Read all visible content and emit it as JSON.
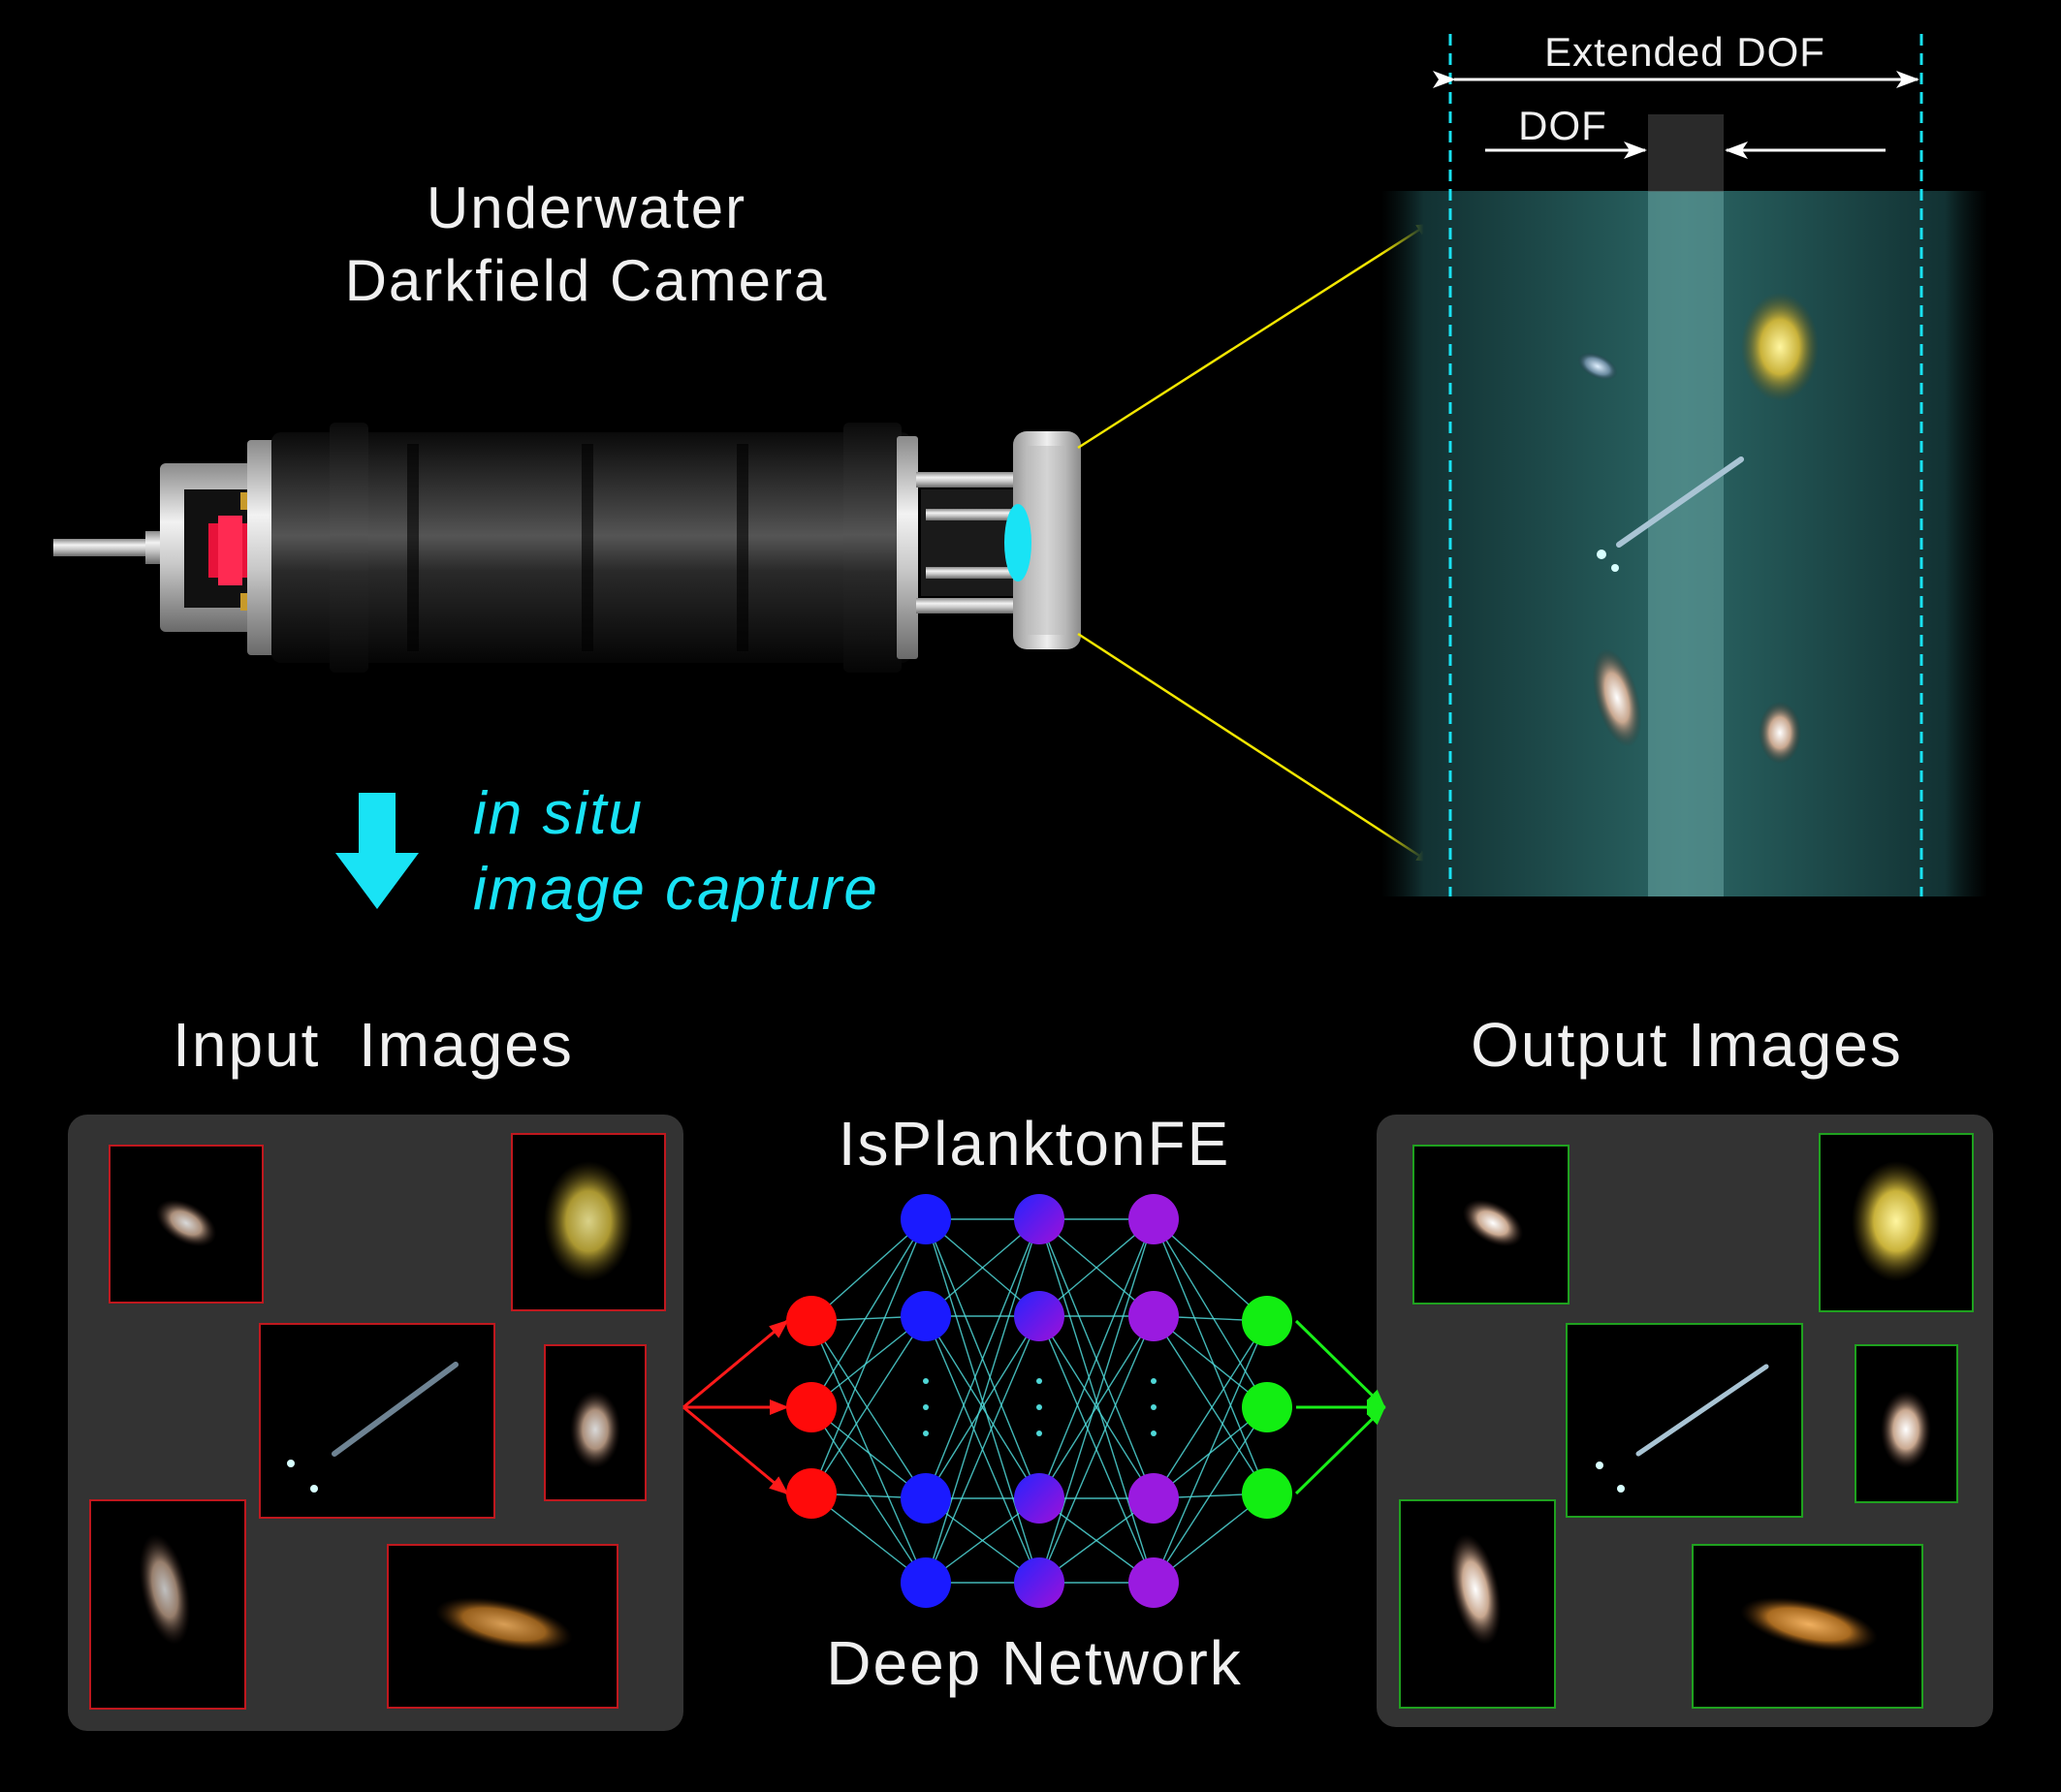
{
  "camera": {
    "title_line1": "Underwater",
    "title_line2": "Darkfield Camera"
  },
  "capture": {
    "line1": "in situ",
    "line2": "image capture"
  },
  "dof": {
    "extended_label": "Extended DOF",
    "dof_label": "DOF"
  },
  "input": {
    "title": "Input  Images"
  },
  "output": {
    "title": "Output Images"
  },
  "network": {
    "title": "IsPlanktonFE",
    "subtitle": "Deep Network"
  },
  "colors": {
    "background": "#000000",
    "panel": "#333333",
    "cyan_accent": "#19e3f5",
    "input_frame": "#c0181e",
    "output_frame": "#1fa11f",
    "input_node": "#ff0a0a",
    "output_node": "#12ee12",
    "yellow_ray": "#f2e600"
  }
}
